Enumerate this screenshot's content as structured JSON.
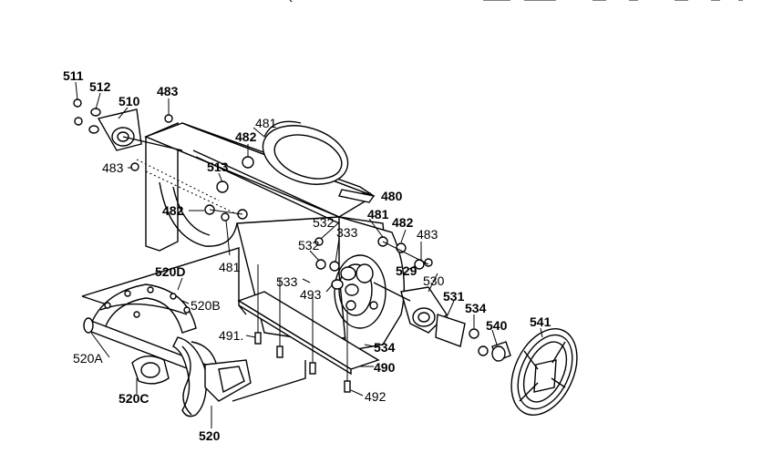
{
  "labels": {
    "p511": "511",
    "p512": "512",
    "p510": "510",
    "p483a": "483",
    "p481a": "481",
    "p482a": "482",
    "p483b": "483",
    "p513": "513",
    "p480": "480",
    "p482b": "482",
    "p481b": "481",
    "p532a": "532",
    "p481c": "481",
    "p482c": "482",
    "p483c": "483",
    "p532b": "532",
    "p333": "333",
    "p529": "529",
    "p530": "530",
    "p520D": "520D",
    "p533": "533",
    "p493": "493",
    "p531": "531",
    "p520B": "520B",
    "p534a": "534",
    "p540": "540",
    "p541": "541",
    "p491": "491.",
    "p534b": "534",
    "p520A": "520A",
    "p490": "490",
    "p520C": "520C",
    "p492": "492",
    "p520": "520"
  }
}
